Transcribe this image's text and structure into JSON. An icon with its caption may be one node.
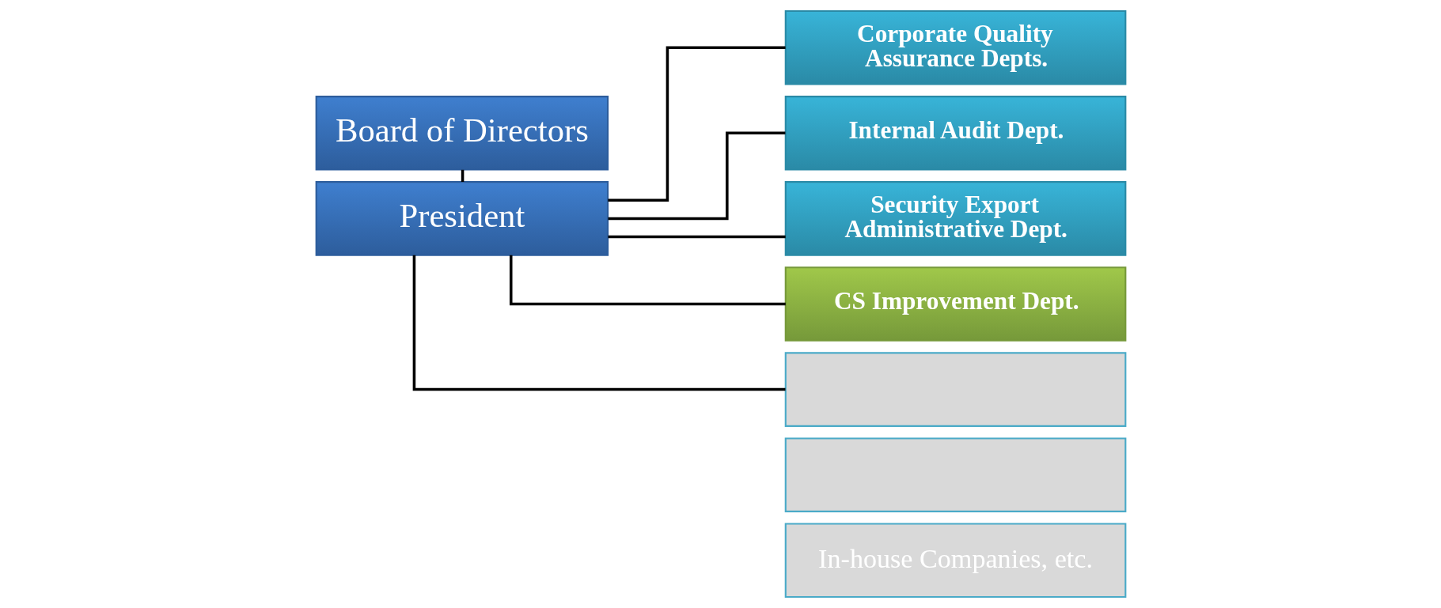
{
  "diagram": {
    "nodes": [
      {
        "text": [
          "Board of Directors"
        ]
      },
      {
        "text": [
          "President"
        ]
      },
      {
        "text": [
          "Corporate Quality Assurance Depts."
        ]
      },
      {
        "text": [
          "Internal Audit Dept."
        ]
      },
      {
        "text": [
          "Security Export Administrative Dept."
        ]
      },
      {
        "text": [
          "CS Improvement Dept."
        ]
      },
      {
        "text": [],
        "shape": "box"
      },
      {
        "text": [],
        "shape": "box"
      },
      {
        "text": [
          "In-house Companies, etc."
        ]
      }
    ],
    "edges": [
      {
        "from": 0,
        "to": 1,
        "arrow": "none"
      },
      {
        "from": 1,
        "to": 2,
        "arrow": "none"
      },
      {
        "from": 1,
        "to": 3,
        "arrow": "none"
      },
      {
        "from": 1,
        "to": 4,
        "arrow": "none"
      },
      {
        "from": 1,
        "to": 5,
        "arrow": "none"
      },
      {
        "from": 1,
        "to": 6,
        "arrow": "none"
      }
    ]
  }
}
